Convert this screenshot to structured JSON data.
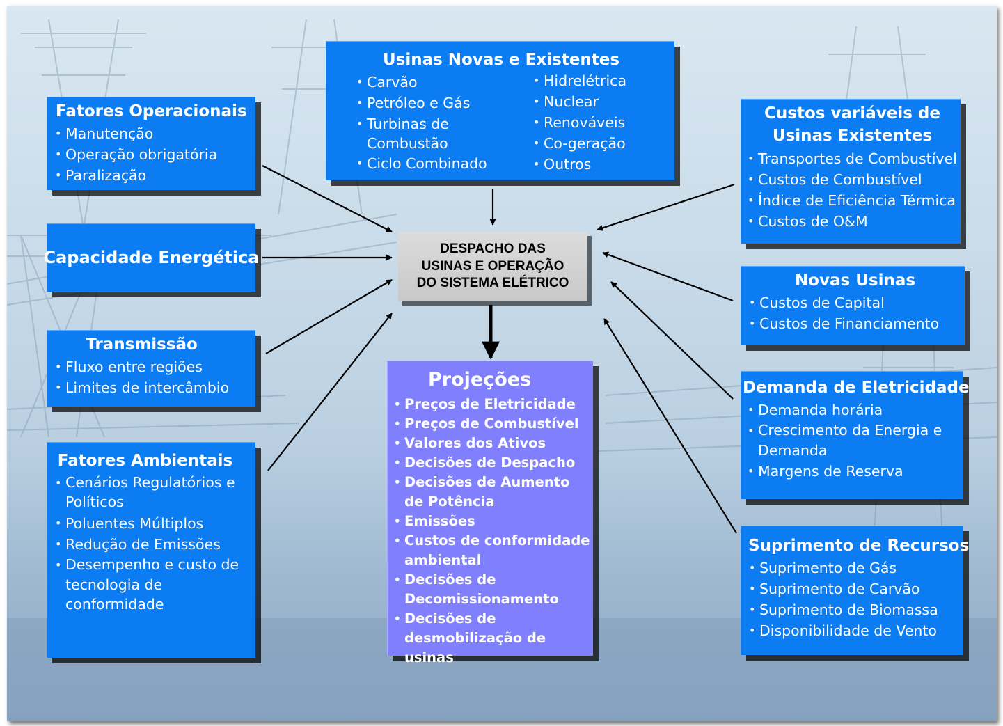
{
  "center": {
    "lines": [
      "DESPACHO DAS",
      "USINAS E OPERAÇÃO",
      "DO SISTEMA ELÉTRICO"
    ]
  },
  "usinas": {
    "title": "Usinas Novas e Existentes",
    "left_items": [
      "Carvão",
      "Petróleo e Gás",
      "Turbinas de Combustão",
      "Ciclo Combinado"
    ],
    "right_items": [
      "Hidrelétrica",
      "Nuclear",
      "Renováveis",
      "Co-geração",
      "Outros"
    ]
  },
  "fatores_operacionais": {
    "title": "Fatores Operacionais",
    "items": [
      "Manutenção",
      "Operação obrigatória",
      "Paralização"
    ]
  },
  "capacidade": {
    "title": "Capacidade Energética"
  },
  "transmissao": {
    "title": "Transmissão",
    "items": [
      "Fluxo entre regiões",
      "Limites de intercâmbio"
    ]
  },
  "fatores_ambientais": {
    "title": "Fatores Ambientais",
    "items": [
      "Cenários Regulatórios e Políticos",
      "Poluentes Múltiplos",
      "Redução de Emissões",
      "Desempenho e custo de tecnologia de conformidade"
    ]
  },
  "custos_variaveis": {
    "title_line1": "Custos variáveis de",
    "title_line2": "Usinas Existentes",
    "items": [
      "Transportes de Combustível",
      "Custos de Combustível",
      "Índice de Eficiência Térmica",
      "Custos de O&M"
    ]
  },
  "novas_usinas": {
    "title": "Novas Usinas",
    "items": [
      "Custos de Capital",
      "Custos de Financiamento"
    ]
  },
  "demanda": {
    "title": "Demanda de Eletricidade",
    "items": [
      "Demanda horária",
      "Crescimento da Energia e Demanda",
      "Margens de Reserva"
    ]
  },
  "suprimento": {
    "title": "Suprimento de Recursos",
    "items": [
      "Suprimento de Gás",
      "Suprimento de Carvão",
      "Suprimento de Biomassa",
      "Disponibilidade de Vento"
    ]
  },
  "projecoes": {
    "title": "Projeções",
    "items": [
      "Preços de Eletricidade",
      "Preços de Combustível",
      "Valores dos Ativos",
      "Decisões de Despacho",
      "Decisões de Aumento de Potência",
      "Emissões",
      "Custos de conformidade ambiental",
      "Decisões de Decomissionamento",
      "Decisões de desmobilização de usinas"
    ]
  },
  "bullet_glyph": "•",
  "colors": {
    "box_blue": "#0c7cf2",
    "box_purple": "#8080ff",
    "center_gray": "#c8c8c8",
    "arrow": "#000000"
  }
}
